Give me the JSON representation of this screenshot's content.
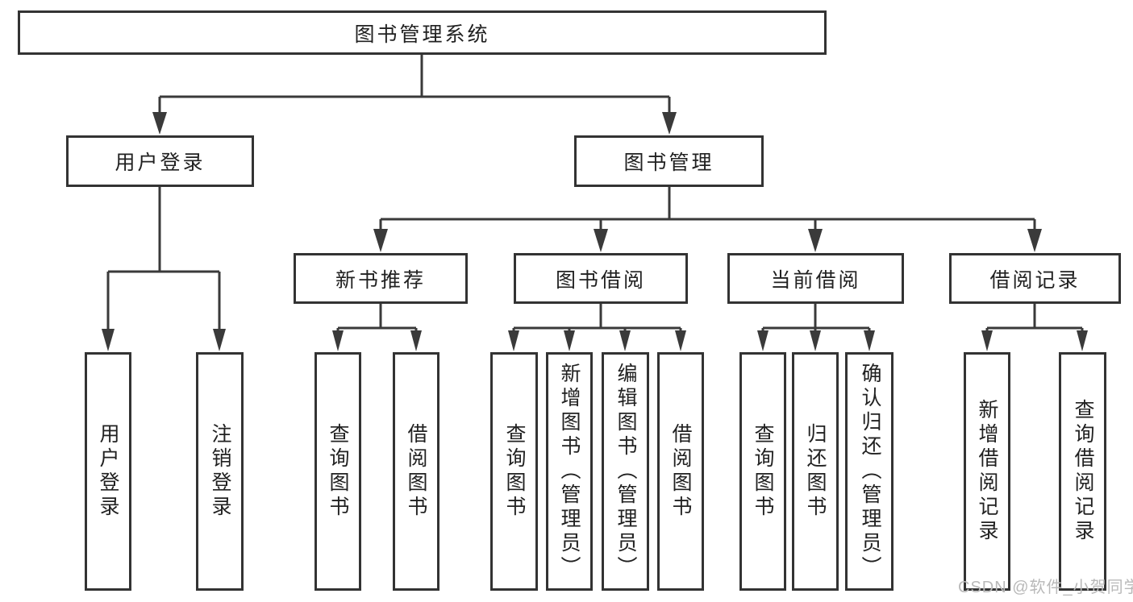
{
  "tree": {
    "label": "图书管理系统",
    "children": [
      {
        "label": "用户登录",
        "children": [
          {
            "label": "用户登录"
          },
          {
            "label": "注销登录"
          }
        ]
      },
      {
        "label": "图书管理",
        "children": [
          {
            "label": "新书推荐",
            "children": [
              {
                "label": "查询图书"
              },
              {
                "label": "借阅图书"
              }
            ]
          },
          {
            "label": "图书借阅",
            "children": [
              {
                "label": "查询图书"
              },
              {
                "label": "新增图书（管理员）"
              },
              {
                "label": "编辑图书（管理员）"
              },
              {
                "label": "借阅图书"
              }
            ]
          },
          {
            "label": "当前借阅",
            "children": [
              {
                "label": "查询图书"
              },
              {
                "label": "归还图书"
              },
              {
                "label": "确认归还（管理员）"
              }
            ]
          },
          {
            "label": "借阅记录",
            "children": [
              {
                "label": "新增借阅记录"
              },
              {
                "label": "查询借阅记录"
              }
            ]
          }
        ]
      }
    ]
  },
  "watermark": {
    "text": "CSDN @软件_小贺同学"
  },
  "colors": {
    "line": "#3a3a3a",
    "box_border": "#333333",
    "box_fill": "#ffffff",
    "text": "#212121",
    "background": "#ffffff",
    "watermark": "#b9b9b9"
  }
}
